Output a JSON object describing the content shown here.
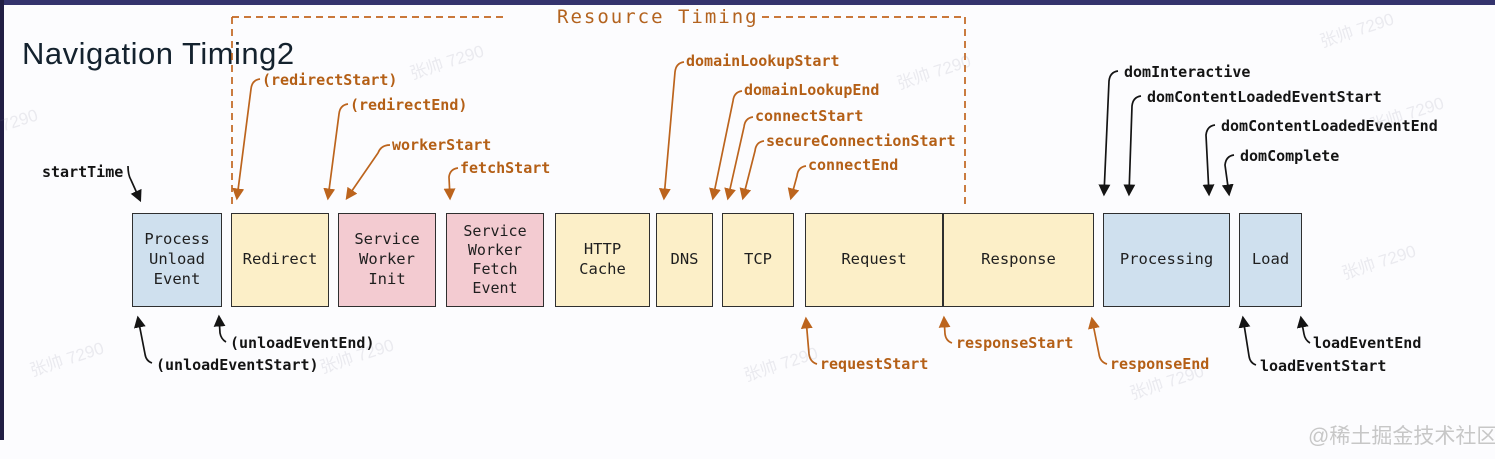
{
  "page": {
    "title": "Navigation Timing2"
  },
  "resource_timing": {
    "label": "Resource Timing"
  },
  "timeline": {
    "boxes": [
      {
        "name": "process-unload-event",
        "label": "Process\nUnload\nEvent",
        "color": "blue"
      },
      {
        "name": "redirect",
        "label": "Redirect",
        "color": "yellow"
      },
      {
        "name": "service-worker-init",
        "label": "Service\nWorker\nInit",
        "color": "pink"
      },
      {
        "name": "service-worker-fetch-event",
        "label": "Service\nWorker\nFetch\nEvent",
        "color": "pink"
      },
      {
        "name": "http-cache",
        "label": "HTTP\nCache",
        "color": "yellow"
      },
      {
        "name": "dns",
        "label": "DNS",
        "color": "yellow"
      },
      {
        "name": "tcp",
        "label": "TCP",
        "color": "yellow"
      },
      {
        "name": "request",
        "label": "Request",
        "color": "yellow"
      },
      {
        "name": "response",
        "label": "Response",
        "color": "yellow"
      },
      {
        "name": "processing",
        "label": "Processing",
        "color": "blue"
      },
      {
        "name": "load",
        "label": "Load",
        "color": "blue"
      }
    ]
  },
  "events": {
    "start_time": "startTime",
    "redirect_start": "(redirectStart)",
    "redirect_end": "(redirectEnd)",
    "worker_start": "workerStart",
    "fetch_start": "fetchStart",
    "domain_lookup_start": "domainLookupStart",
    "domain_lookup_end": "domainLookupEnd",
    "connect_start": "connectStart",
    "secure_connection_start": "secureConnectionStart",
    "connect_end": "connectEnd",
    "dom_interactive": "domInteractive",
    "dom_content_loaded_event_start": "domContentLoadedEventStart",
    "dom_content_loaded_event_end": "domContentLoadedEventEnd",
    "dom_complete": "domComplete",
    "unload_event_end": "(unloadEventEnd)",
    "unload_event_start": "(unloadEventStart)",
    "request_start": "requestStart",
    "response_start": "responseStart",
    "response_end": "responseEnd",
    "load_event_start": "loadEventStart",
    "load_event_end": "loadEventEnd"
  },
  "watermarks": {
    "user": "张帅 7290",
    "credit": "@稀土掘金技术社区"
  },
  "colors": {
    "box_blue": "#cfe0ee",
    "box_yellow": "#fcefc8",
    "box_pink": "#f3cbd1",
    "accent_orange": "#b45f16",
    "label_black": "#141414",
    "top_bar": "#34336d"
  }
}
